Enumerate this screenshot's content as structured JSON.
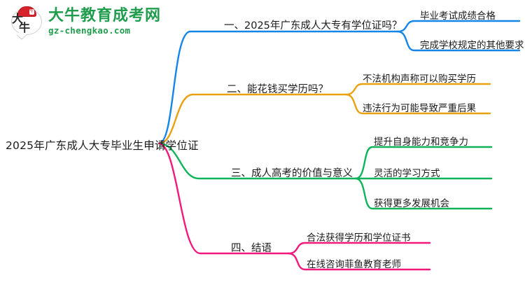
{
  "brand": {
    "logo_icon": "daniu-bull-bubble-logo",
    "cap_char": "牛",
    "mark_chars": [
      "大",
      "牛"
    ],
    "name": "大牛教育成考网",
    "domain": "gz-chengkao.com",
    "color": "#1f9d4d",
    "cap_color": "#d4232a"
  },
  "mindmap": {
    "root": {
      "label": "2025年广东成人大专毕业生申请学位证"
    },
    "branches": [
      {
        "label": "一、2025年广东成人大专有学位证吗？",
        "color": "#1586e8",
        "children": [
          {
            "label": "毕业考试成绩合格"
          },
          {
            "label": "完成学校规定的其他要求"
          }
        ]
      },
      {
        "label": "二、能花钱买学历吗？",
        "color": "#eaa111",
        "children": [
          {
            "label": "不法机构声称可以购买学历"
          },
          {
            "label": "违法行为可能导致严重后果"
          }
        ]
      },
      {
        "label": "三、成人高考的价值与意义",
        "color": "#10b35a",
        "children": [
          {
            "label": "提升自身能力和竞争力"
          },
          {
            "label": "灵活的学习方式"
          },
          {
            "label": "获得更多发展机会"
          }
        ]
      },
      {
        "label": "四、结语",
        "color": "#f2187c",
        "children": [
          {
            "label": "合法获得学历和学位证书"
          },
          {
            "label": "在线咨询菲鱼教育老师"
          }
        ]
      }
    ]
  }
}
